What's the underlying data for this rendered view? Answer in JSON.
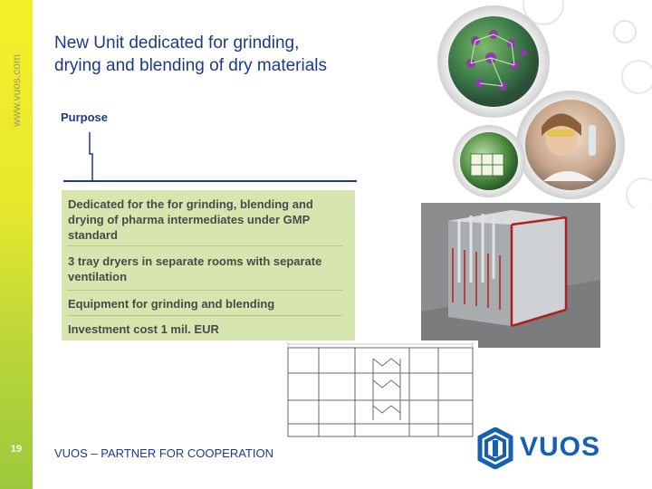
{
  "sidebar": {
    "site_url": "www.vuos.com",
    "page_number": "19"
  },
  "slide": {
    "title_line1": "New Unit dedicated for grinding,",
    "title_line2": "drying and blending of dry materials",
    "purpose_label": "Purpose",
    "items": [
      "Dedicated for the for grinding, blending and drying of pharma intermediates under GMP standard",
      "3 tray dryers in separate rooms with separate ventilation",
      "Equipment for grinding and blending",
      "Investment cost 1 mil. EUR"
    ]
  },
  "footer": {
    "text": "VUOS – PARTNER FOR COOPERATION",
    "logo_text": "VUOS"
  },
  "colors": {
    "title": "#1d3a8a",
    "box": "#d7e5ae",
    "logo": "#1560b2",
    "sidebar_top": "#f3ef2a",
    "sidebar_bottom": "#9cc83c"
  },
  "icons": [
    "molecule-sphere-icon",
    "lab-scientist-sphere-icon",
    "periodic-table-sphere-icon",
    "vuos-logo-icon"
  ]
}
